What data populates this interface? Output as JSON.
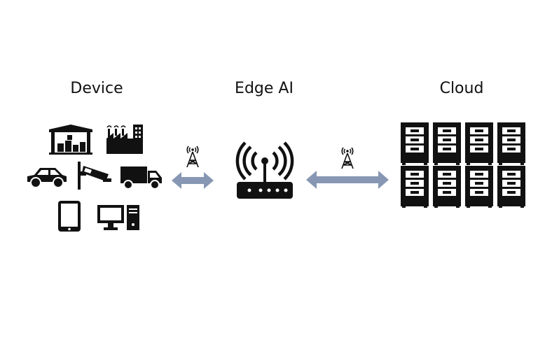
{
  "headings": {
    "device": "Device",
    "edge": "Edge AI",
    "cloud": "Cloud"
  },
  "colors": {
    "icon": "#111111",
    "arrow": "#8797b3",
    "background": "#ffffff"
  },
  "icons": {
    "device_group": [
      "warehouse-icon",
      "factory-icon",
      "car-icon",
      "security-camera-icon",
      "truck-icon",
      "tablet-icon",
      "desktop-computer-icon"
    ],
    "edge": "wifi-router-icon",
    "cloud": "server-rack-icon",
    "links": [
      "antenna-tower-icon",
      "bidirectional-arrow-icon"
    ]
  }
}
